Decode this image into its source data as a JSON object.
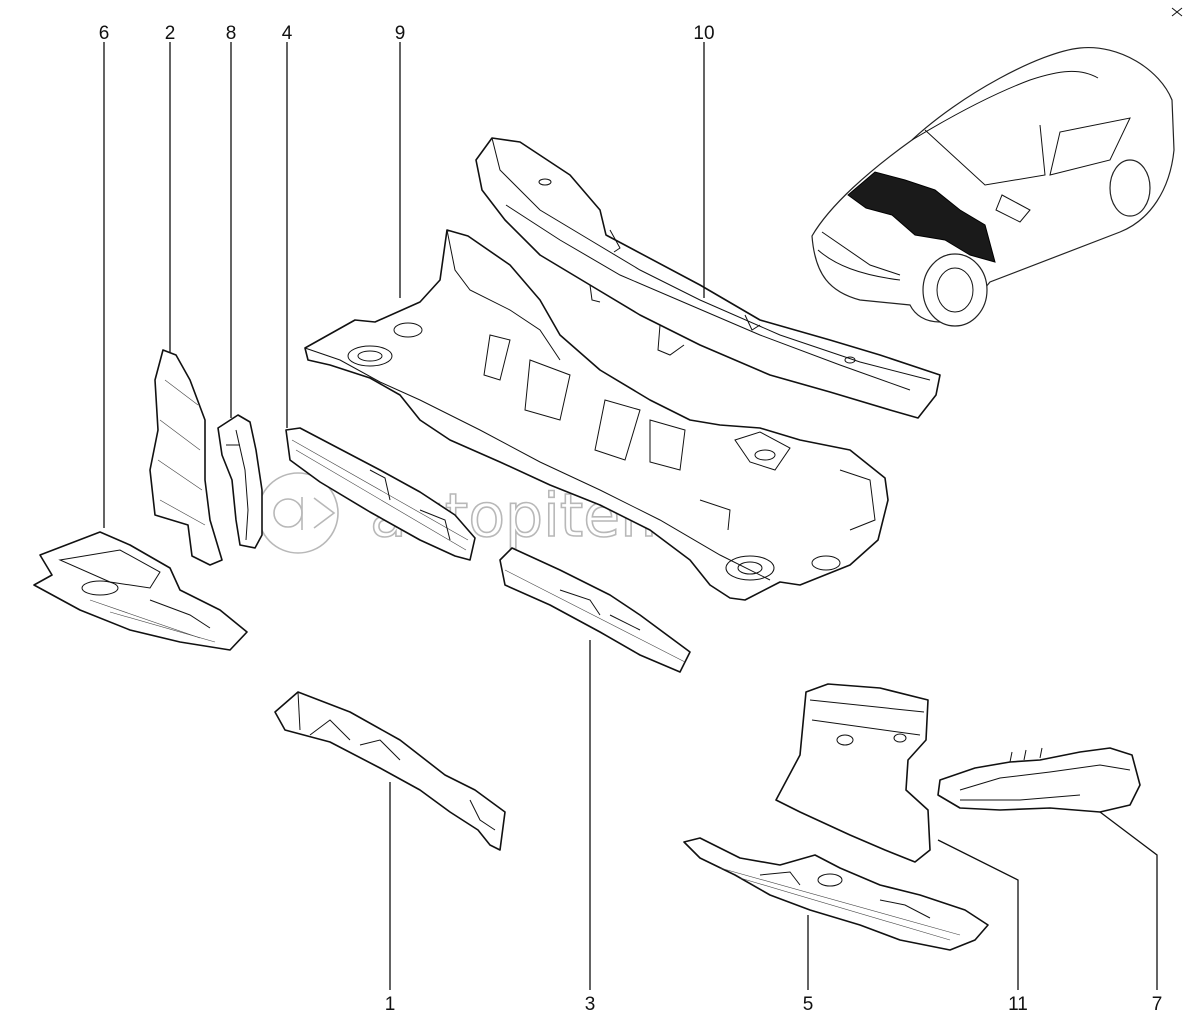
{
  "callouts": [
    "6",
    "2",
    "8",
    "4",
    "9",
    "10",
    "1",
    "3",
    "5",
    "11",
    "7"
  ],
  "watermark": "autopiter.ru",
  "icons": [
    "car-overview-icon",
    "autopiter-logo-icon"
  ]
}
